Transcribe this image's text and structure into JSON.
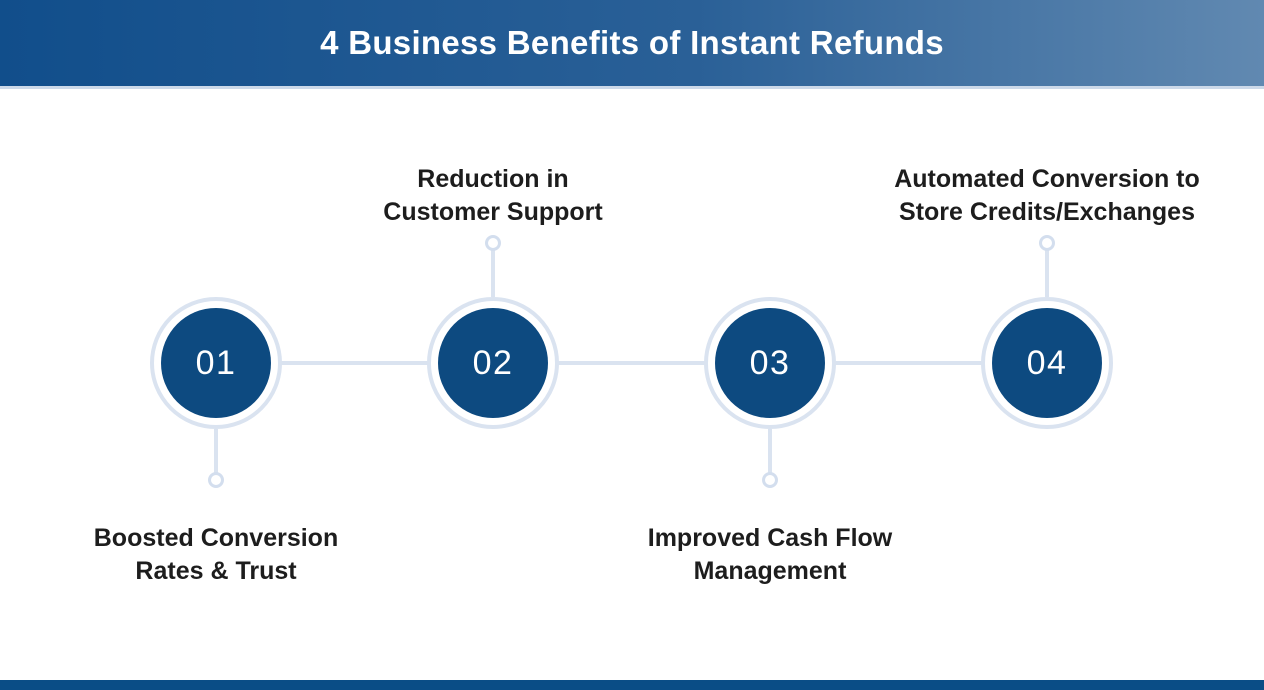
{
  "header": {
    "title": "4 Business Benefits of Instant Refunds"
  },
  "steps": [
    {
      "number": "01",
      "label": [
        "Boosted Conversion",
        "Rates & Trust"
      ],
      "label_position": "below"
    },
    {
      "number": "02",
      "label": [
        "Reduction in",
        "Customer Support"
      ],
      "label_position": "above"
    },
    {
      "number": "03",
      "label": [
        "Improved Cash Flow",
        "Management"
      ],
      "label_position": "below"
    },
    {
      "number": "04",
      "label": [
        "Automated Conversion to",
        "Store Credits/Exchanges"
      ],
      "label_position": "above"
    }
  ],
  "colors": {
    "header_gradient_start": "#114e8b",
    "header_gradient_end": "#6189b1",
    "header_underline": "#ccd9e9",
    "node_fill": "#0d4a80",
    "connector_light_blue": "#dae3f0",
    "label_text": "#1d1d1d",
    "title_text": "#ffffff",
    "footer_bar": "#0a4d86",
    "background": "#ffffff"
  }
}
